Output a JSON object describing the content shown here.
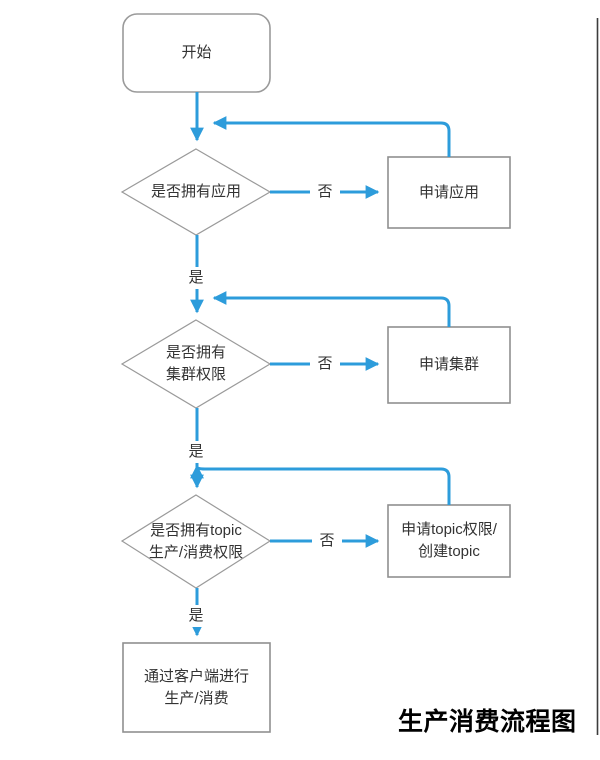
{
  "diagram": {
    "title": "生产消费流程图",
    "nodes": {
      "start": {
        "type": "terminator",
        "label": "开始"
      },
      "check_app": {
        "type": "decision",
        "label": "是否拥有应用"
      },
      "apply_app": {
        "type": "process",
        "label": "申请应用"
      },
      "check_cluster": {
        "type": "decision",
        "lines": [
          "是否拥有",
          "集群权限"
        ]
      },
      "apply_cluster": {
        "type": "process",
        "label": "申请集群"
      },
      "check_topic": {
        "type": "decision",
        "lines": [
          "是否拥有topic",
          "生产/消费权限"
        ]
      },
      "apply_topic": {
        "type": "process",
        "lines": [
          "申请topic权限/",
          "创建topic"
        ]
      },
      "produce_consume": {
        "type": "process",
        "lines": [
          "通过客户端进行",
          "生产/消费"
        ]
      }
    },
    "edge_labels": {
      "no1": "否",
      "yes1": "是",
      "no2": "否",
      "yes2": "是",
      "no3": "否",
      "yes3": "是"
    },
    "colors": {
      "connector": "#2D9CDB",
      "shape_border": "#969696",
      "node_text": "#333333",
      "title_text": "#000000"
    }
  }
}
